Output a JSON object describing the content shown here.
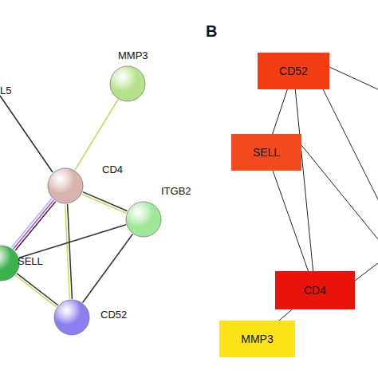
{
  "diagram": {
    "nodes": [
      {
        "text": [
          "MMP3"
        ]
      },
      {
        "text": [
          "CD4"
        ]
      },
      {
        "text": [
          "ITGB2"
        ]
      },
      {
        "text": [
          "SELL"
        ]
      },
      {
        "text": [
          "CD52"
        ]
      },
      {
        "text": [
          "CD52"
        ]
      },
      {
        "text": [
          "SELL"
        ]
      },
      {
        "text": [
          "CD4"
        ]
      },
      {
        "text": [
          "MMP3"
        ]
      }
    ],
    "edges": [
      {
        "from": 0,
        "to": 1,
        "arrow": "none"
      },
      {
        "from": 1,
        "to": 2,
        "arrow": "none"
      },
      {
        "from": 1,
        "to": 3,
        "arrow": "none"
      },
      {
        "from": 1,
        "to": 4,
        "arrow": "none"
      },
      {
        "from": 3,
        "to": 2,
        "arrow": "none"
      },
      {
        "from": 3,
        "to": 4,
        "arrow": "none"
      },
      {
        "from": 2,
        "to": 4,
        "arrow": "none"
      },
      {
        "from": 5,
        "to": 6,
        "arrow": "none"
      },
      {
        "from": 5,
        "to": 7,
        "arrow": "none"
      },
      {
        "from": 6,
        "to": 7,
        "arrow": "none"
      },
      {
        "from": 7,
        "to": 8,
        "arrow": "none"
      }
    ],
    "labels": [
      "L5",
      "B"
    ]
  }
}
